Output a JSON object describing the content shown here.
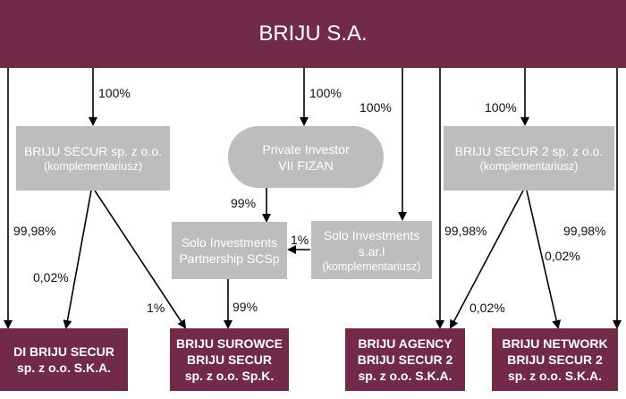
{
  "colors": {
    "parent": "#722A49",
    "intermediate": "#BDBDBD",
    "line": "#000000"
  },
  "nodes": {
    "parent": {
      "title": "BRIJU S.A."
    },
    "secur": {
      "title": "BRIJU SECUR sp. z o.o.",
      "subtitle": "(komplementariusz)"
    },
    "private_investor": {
      "line1": "Private Investor",
      "line2": "VII FIZAN"
    },
    "secur2": {
      "title": "BRIJU SECUR 2 sp. z o.o.",
      "subtitle": "(komplementariusz)"
    },
    "solo_scsp": {
      "line1": "Solo Investments",
      "line2": "Partnership SCSp"
    },
    "solo_sarl": {
      "line1": "Solo Investments",
      "line2": "s.ar.l",
      "line3": "(komplementariusz)"
    },
    "di_briju": {
      "line1": "DI BRIJU SECUR",
      "line2": "sp. z o.o. S.K.A."
    },
    "surowce": {
      "line1": "BRIJU SUROWCE",
      "line2": "BRIJU SECUR",
      "line3": "sp. z o.o. Sp.K."
    },
    "agency": {
      "line1": "BRIJU AGENCY",
      "line2": "BRIJU SECUR 2",
      "line3": "sp. z o.o. S.K.A."
    },
    "network": {
      "line1": "BRIJU NETWORK",
      "line2": "BRIJU SECUR 2",
      "line3": "sp. z o.o. S.K.A."
    }
  },
  "percentages": {
    "parent_to_secur": "100%",
    "parent_to_private": "100%",
    "parent_to_sarl": "100%",
    "parent_to_secur2": "100%",
    "parent_to_di": "99,98%",
    "secur_to_di": "0,02%",
    "secur_to_surowce": "1%",
    "private_to_scsp": "99%",
    "sarl_to_scsp": "1%",
    "scsp_to_surowce": "99%",
    "parent_to_agency": "99,98%",
    "secur2_to_agency": "0,02%",
    "secur2_to_network": "0,02%",
    "parent_to_network": "99,98%"
  }
}
